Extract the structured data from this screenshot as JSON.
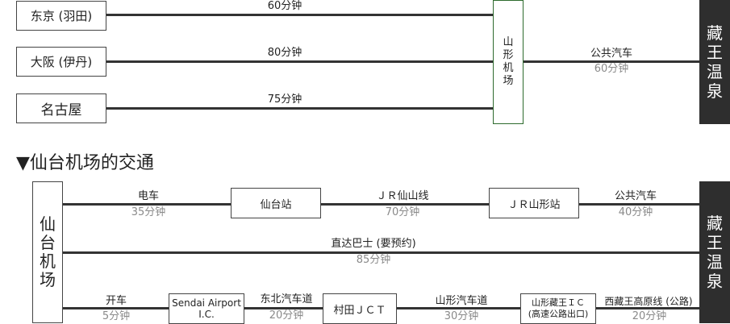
{
  "section1": {
    "origins": [
      {
        "name": "东京 (羽田)",
        "duration": "60分钟"
      },
      {
        "name": "大阪 (伊丹)",
        "duration": "80分钟"
      },
      {
        "name": "名古屋",
        "duration": "75分钟"
      }
    ],
    "hub": [
      "山",
      "形",
      "机",
      "场"
    ],
    "hub_transport": "公共汽车",
    "hub_duration": "60分钟",
    "destination": [
      "藏",
      "王",
      "温",
      "泉"
    ]
  },
  "section2": {
    "heading": "▼仙台机场的交通",
    "origin": [
      "仙",
      "台",
      "机",
      "场"
    ],
    "destination": [
      "藏",
      "王",
      "温",
      "泉"
    ],
    "route_train": {
      "seg1_label": "电车",
      "seg1_duration": "35分钟",
      "station1": "仙台站",
      "seg2_label": "ＪＲ仙山线",
      "seg2_duration": "70分钟",
      "station2": "ＪＲ山形站",
      "seg3_label": "公共汽车",
      "seg3_duration": "40分钟"
    },
    "route_bus": {
      "label": "直达巴士 (要预约)",
      "duration": "85分钟"
    },
    "route_car": {
      "seg1_label": "开车",
      "seg1_duration": "5分钟",
      "ic1_line1": "Sendai Airport",
      "ic1_line2": "I.C.",
      "seg2_label": "东北汽车道",
      "seg2_duration": "20分钟",
      "jct": "村田ＪＣＴ",
      "seg3_label": "山形汽车道",
      "seg3_duration": "30分钟",
      "ic2_line1": "山形藏王ＩＣ",
      "ic2_line2": "(高速公路出口)",
      "seg4_label": "西藏王高原线 (公路)",
      "seg4_duration": "20分钟"
    }
  }
}
